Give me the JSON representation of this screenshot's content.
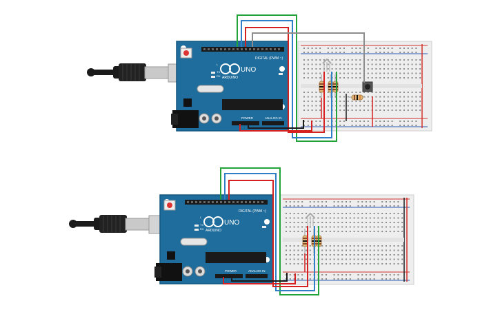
{
  "colors": {
    "board": "#1f6d9c",
    "board_edge": "#15577f",
    "header": "#1a1a1a",
    "breadboard": "#eeeeee",
    "rail_red": "#d3312b",
    "rail_blue": "#2a5bb5",
    "wire_red": "#d62020",
    "wire_green": "#22a33a",
    "wire_blue": "#2f7fc8",
    "wire_gray": "#8c8c8c",
    "wire_black": "#1a1a1a",
    "usb_cable": "#1b1b1b",
    "usb_metal": "#c9c9c9"
  },
  "circuits": [
    {
      "board": {
        "brand": "ARDUINO",
        "model": "UNO",
        "digital_label": "DIGITAL (PWM ~)",
        "power_label": "POWER",
        "analog_label": "ANALOG IN",
        "tx_label": "TX",
        "rx_label": "RX",
        "l_label": "L",
        "on_label": "ON"
      },
      "components": [
        "rgb-led",
        "resistor",
        "resistor",
        "resistor",
        "pushbutton",
        "resistor"
      ]
    },
    {
      "board": {
        "brand": "ARDUINO",
        "model": "UNO",
        "digital_label": "DIGITAL (PWM ~)",
        "power_label": "POWER",
        "analog_label": "ANALOG IN",
        "tx_label": "TX",
        "rx_label": "RX",
        "l_label": "L",
        "on_label": "ON"
      },
      "components": [
        "rgb-led",
        "resistor",
        "resistor",
        "resistor"
      ]
    }
  ]
}
